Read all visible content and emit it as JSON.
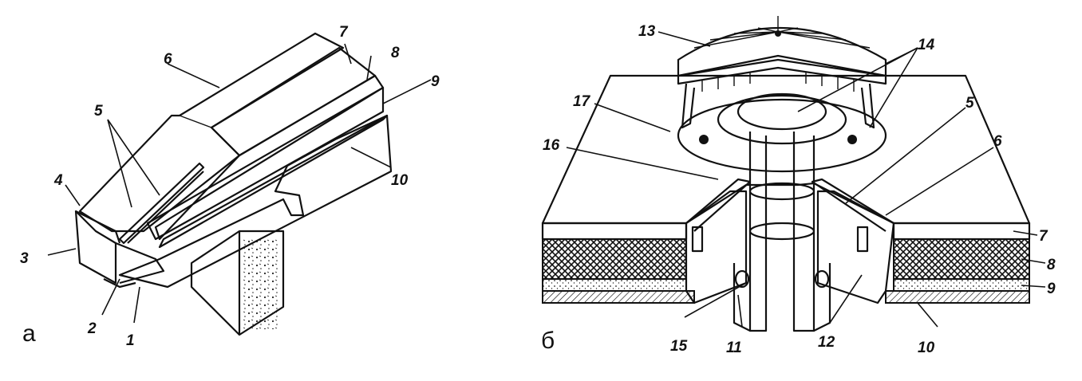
{
  "figure_a": {
    "caption": "а",
    "labels": {
      "l1": "1",
      "l2": "2",
      "l3": "3",
      "l4": "4",
      "l5": "5",
      "l6": "6",
      "l7": "7",
      "l8": "8",
      "l9": "9",
      "l10": "10"
    }
  },
  "figure_b": {
    "caption": "б",
    "labels": {
      "l5": "5",
      "l6": "6",
      "l7": "7",
      "l8": "8",
      "l9": "9",
      "l10": "10",
      "l11": "11",
      "l12": "12",
      "l13": "13",
      "l14": "14",
      "l15": "15",
      "l16": "16",
      "l17": "17"
    }
  },
  "colors": {
    "ink": "#111111",
    "paper": "#ffffff"
  }
}
